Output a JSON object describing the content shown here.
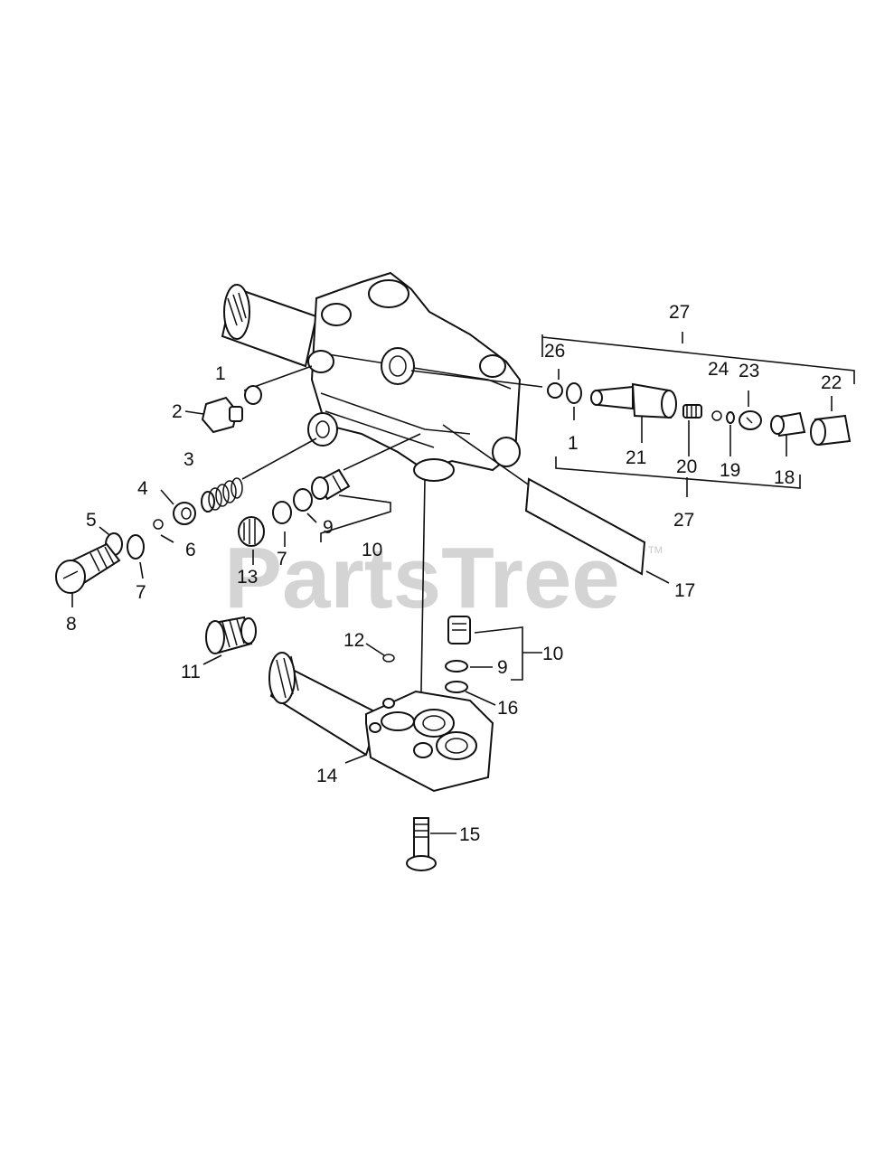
{
  "watermark": {
    "text": "PartsTree",
    "trademark": "TM"
  },
  "callouts": {
    "c1a": "1",
    "c1b": "1",
    "c2": "2",
    "c3": "3",
    "c4": "4",
    "c5": "5",
    "c6": "6",
    "c7a": "7",
    "c7b": "7",
    "c8": "8",
    "c9a": "9",
    "c9b": "9",
    "c10a": "10",
    "c10b": "10",
    "c11": "11",
    "c12": "12",
    "c13": "13",
    "c14": "14",
    "c15": "15",
    "c16": "16",
    "c17": "17",
    "c18": "18",
    "c19": "19",
    "c20": "20",
    "c21": "21",
    "c22": "22",
    "c23": "23",
    "c24": "24",
    "c26": "26",
    "c27a": "27",
    "c27b": "27"
  }
}
